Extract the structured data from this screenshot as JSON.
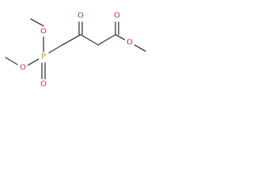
{
  "molecule": {
    "atoms": [
      {
        "id": "o-ester-carbonyl",
        "symbol": "O",
        "color": "#d12f2f"
      },
      {
        "id": "o-ester-single",
        "symbol": "O",
        "color": "#d12f2f"
      },
      {
        "id": "o-ketone",
        "symbol": "O",
        "color": "#d12f2f"
      },
      {
        "id": "o-methoxy-upper",
        "symbol": "O",
        "color": "#d12f2f"
      },
      {
        "id": "o-methoxy-lower",
        "symbol": "O",
        "color": "#d12f2f"
      },
      {
        "id": "o-phosphoryl",
        "symbol": "O",
        "color": "#d12f2f"
      },
      {
        "id": "p-atom",
        "symbol": "P",
        "color": "#e08a2c"
      }
    ],
    "bond_color": "#3a3a3a"
  }
}
